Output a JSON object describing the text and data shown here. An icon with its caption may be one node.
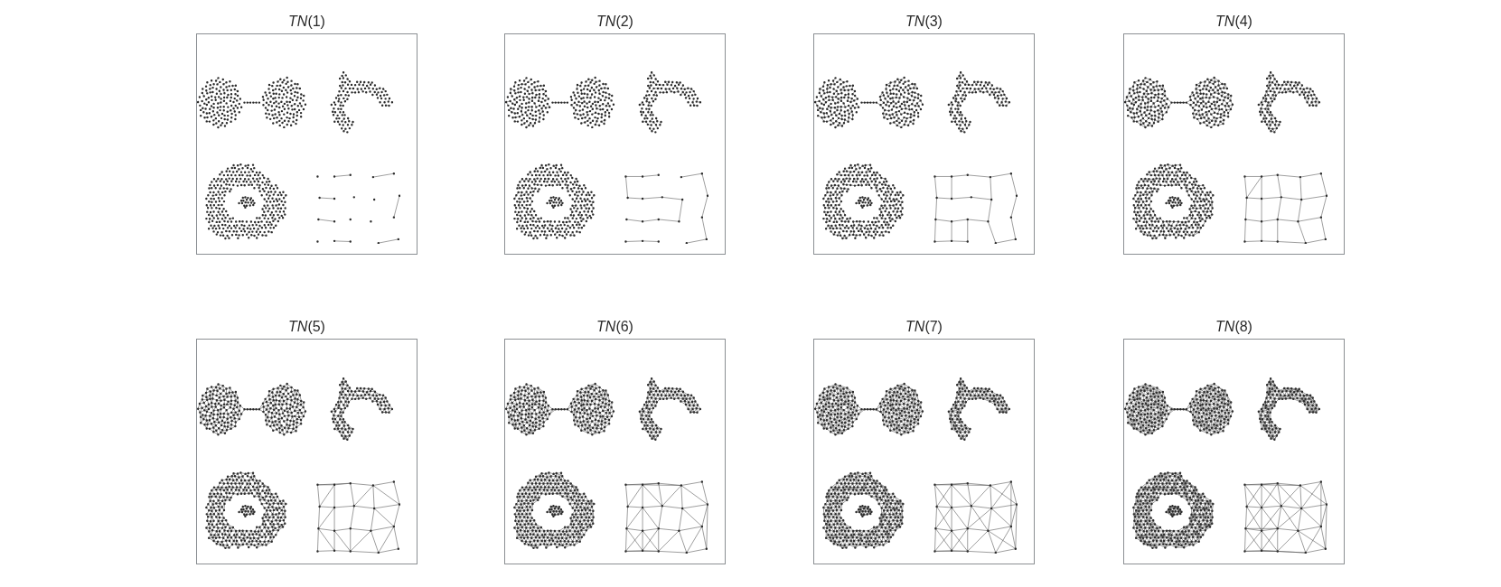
{
  "diagram": {
    "nodes": [
      {
        "text": [
          "*TN*(1)"
        ]
      },
      {
        "text": [
          "*TN*(2)"
        ]
      },
      {
        "text": [
          "*TN*(3)"
        ]
      },
      {
        "text": [
          "*TN*(4)"
        ]
      },
      {
        "text": [
          "*TN*(5)"
        ]
      },
      {
        "text": [
          "*TN*(6)"
        ]
      },
      {
        "text": [
          "*TN*(7)"
        ]
      },
      {
        "text": [
          "*TN*(8)"
        ]
      }
    ]
  }
}
